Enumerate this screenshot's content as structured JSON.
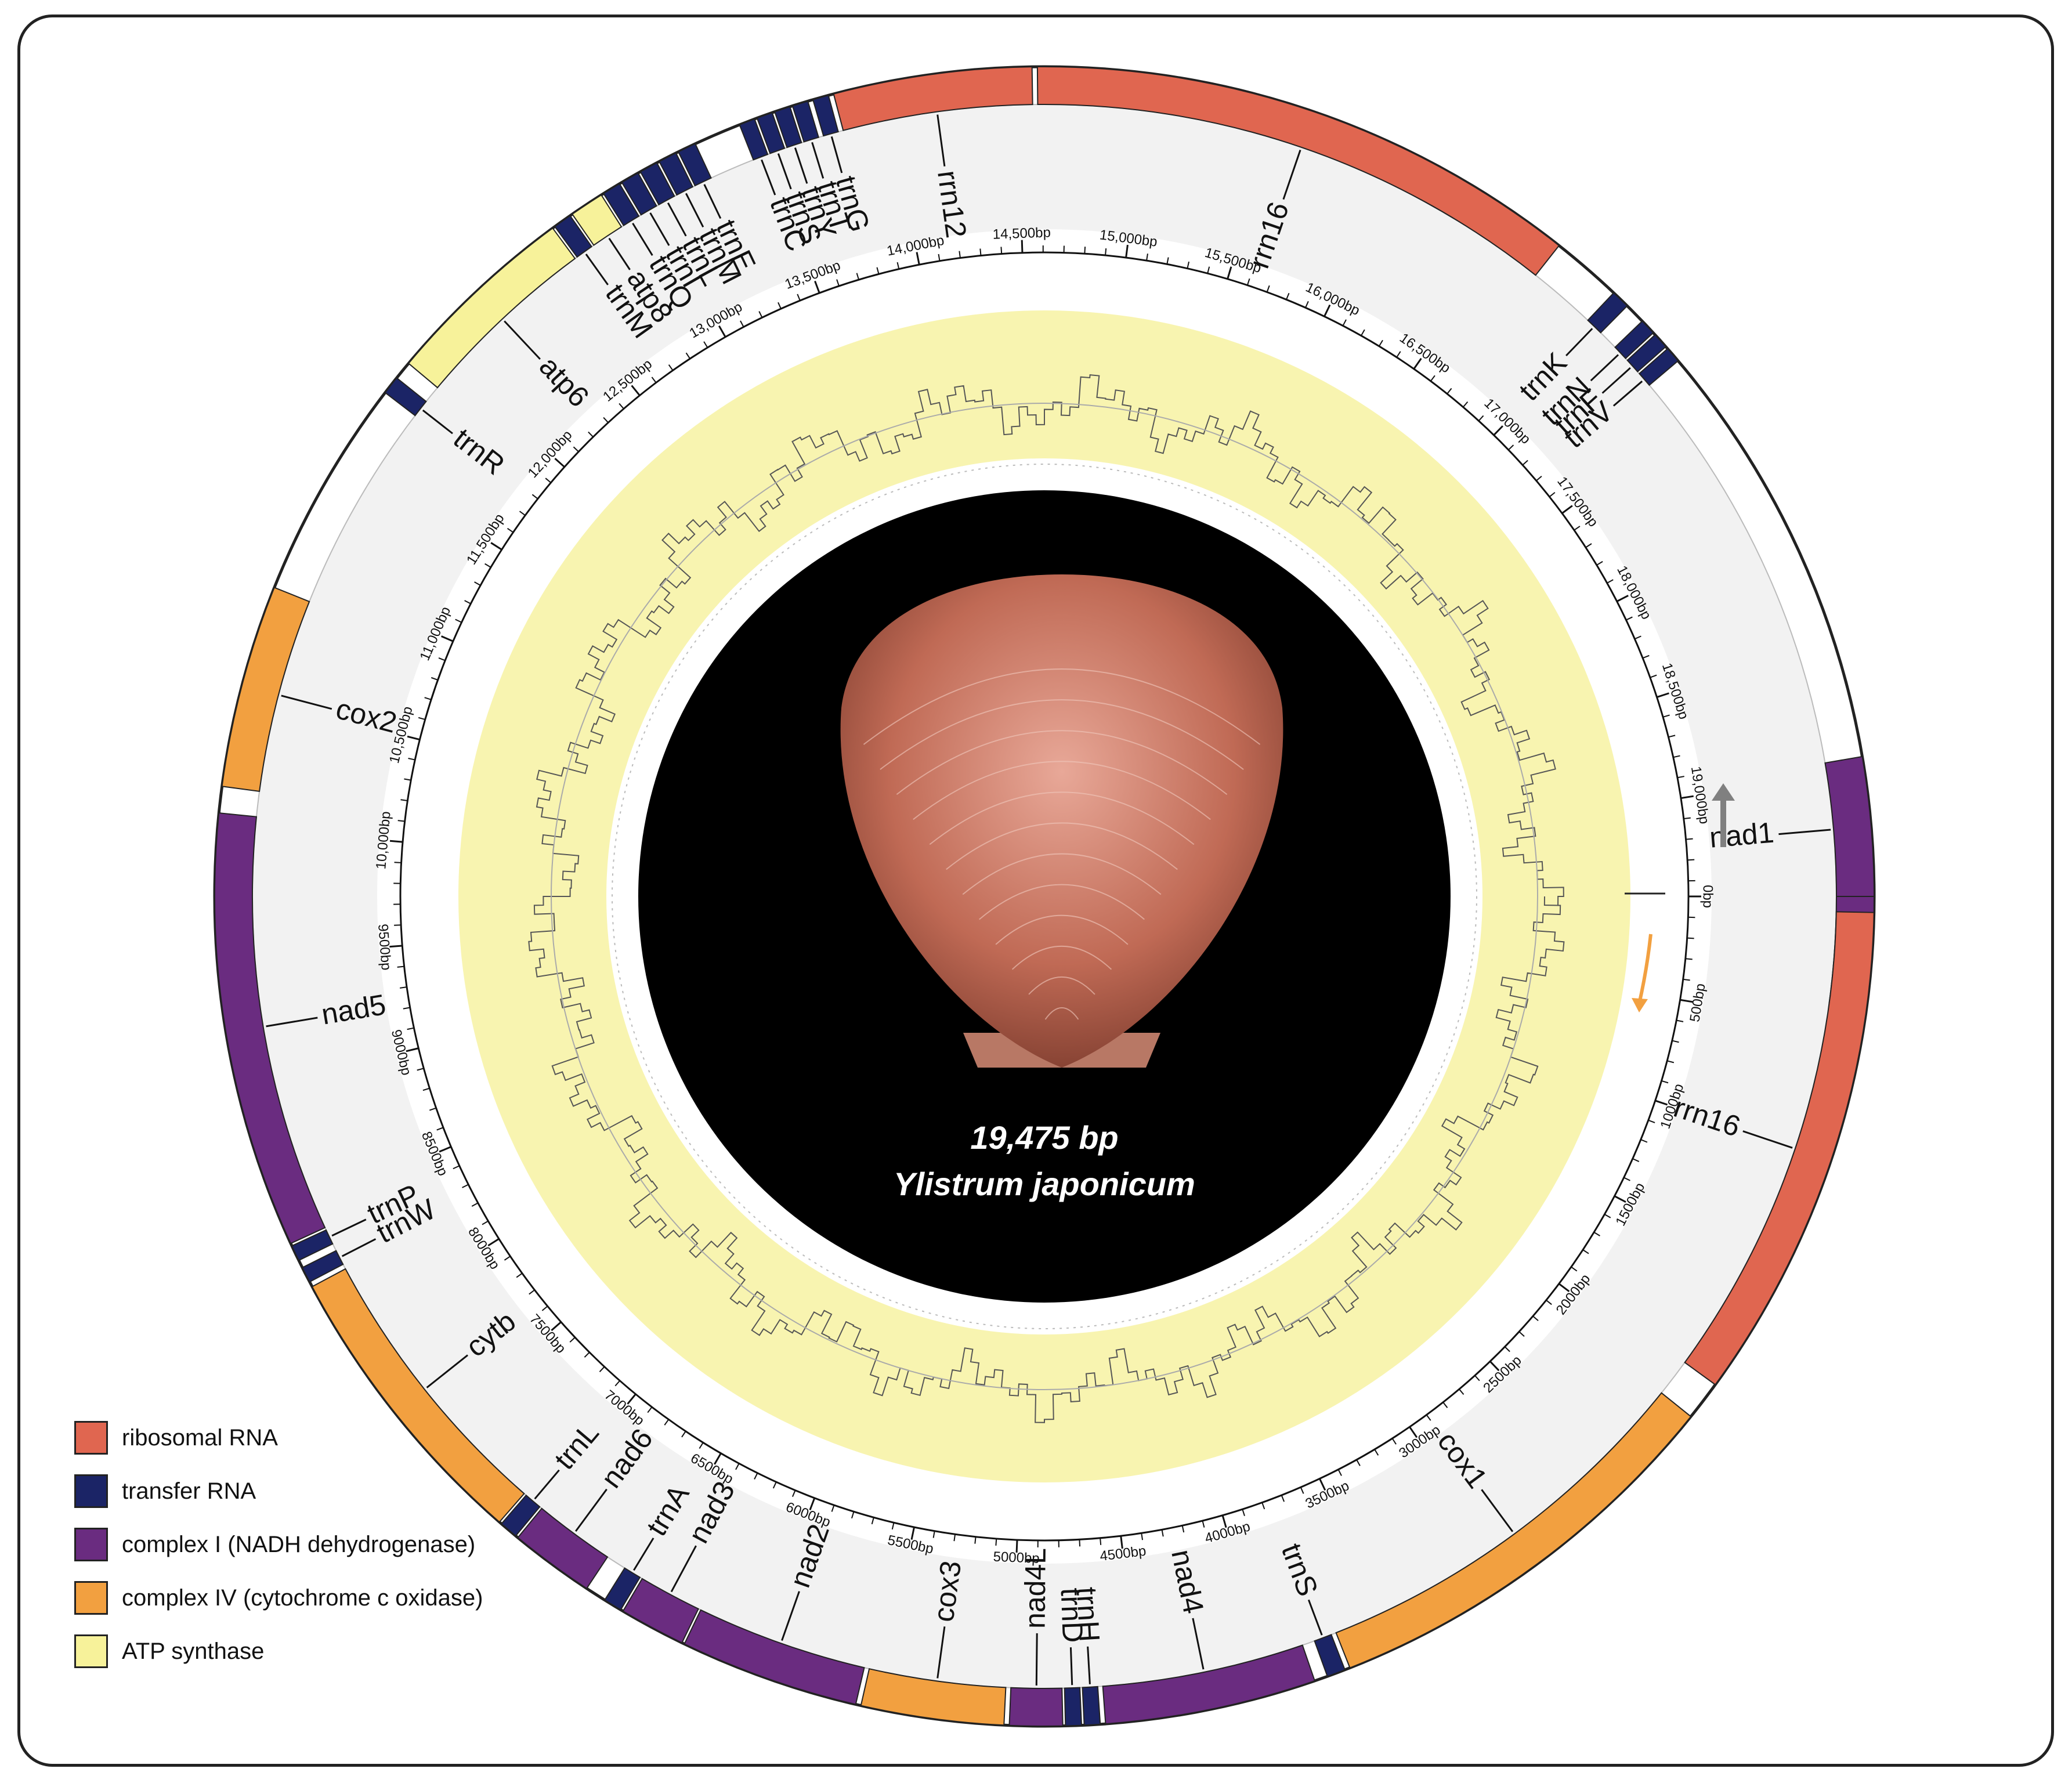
{
  "genome_size": "19,475 bp",
  "species": "Ylistrum japonicum",
  "colors": {
    "rRNA": "#E06650",
    "tRNA": "#1B2466",
    "complexI": "#6A2C80",
    "complexIV": "#F2A040",
    "atp": "#F7F29A",
    "gc_fill": "#F8F4B0",
    "ring_bg": "#F2F2F2"
  },
  "legend": [
    {
      "label": "ribosomal RNA",
      "color": "#E06650"
    },
    {
      "label": "transfer RNA",
      "color": "#1B2466"
    },
    {
      "label": "complex I (NADH dehydrogenase)",
      "color": "#6A2C80"
    },
    {
      "label": "complex IV (cytochrome c oxidase)",
      "color": "#F2A040"
    },
    {
      "label": "ATP synthase",
      "color": "#F7F29A"
    }
  ],
  "genes": [
    {
      "name": "nad1",
      "start": 18950,
      "end": 19475,
      "type": "complexI",
      "strand": "outer",
      "label": true
    },
    {
      "name": "nad1",
      "start": 0,
      "end": 420,
      "type": "complexI",
      "strand": "outer",
      "label": false
    },
    {
      "name": "rrn16",
      "start": 60,
      "end": 1950,
      "type": "rRNA",
      "strand": "outer",
      "label": true
    },
    {
      "name": "cox1",
      "start": 2100,
      "end": 3700,
      "type": "complexIV",
      "strand": "outer",
      "label": true
    },
    {
      "name": "trnS",
      "start": 3720,
      "end": 3790,
      "type": "tRNA",
      "strand": "outer",
      "label": true
    },
    {
      "name": "nad4",
      "start": 3840,
      "end": 4640,
      "type": "complexI",
      "strand": "outer",
      "label": true
    },
    {
      "name": "trnH",
      "start": 4660,
      "end": 4720,
      "type": "tRNA",
      "strand": "outer",
      "label": true
    },
    {
      "name": "trnD",
      "start": 4730,
      "end": 4790,
      "type": "tRNA",
      "strand": "outer",
      "label": true
    },
    {
      "name": "nad4L",
      "start": 4800,
      "end": 5000,
      "type": "complexI",
      "strand": "outer",
      "label": true
    },
    {
      "name": "cox3",
      "start": 5020,
      "end": 5560,
      "type": "complexIV",
      "strand": "outer",
      "label": true
    },
    {
      "name": "nad2",
      "start": 5580,
      "end": 6260,
      "type": "complexI",
      "strand": "outer",
      "label": true
    },
    {
      "name": "nad3",
      "start": 6270,
      "end": 6520,
      "type": "complexI",
      "strand": "outer",
      "label": true
    },
    {
      "name": "trnA",
      "start": 6530,
      "end": 6600,
      "type": "tRNA",
      "strand": "outer",
      "label": true
    },
    {
      "name": "nad6",
      "start": 6680,
      "end": 7000,
      "type": "complexI",
      "strand": "outer",
      "label": true
    },
    {
      "name": "trnL",
      "start": 7010,
      "end": 7080,
      "type": "tRNA",
      "strand": "outer",
      "label": true
    },
    {
      "name": "cytb",
      "start": 7090,
      "end": 8220,
      "type": "complexIV",
      "strand": "outer",
      "label": true
    },
    {
      "name": "trnW",
      "start": 8240,
      "end": 8300,
      "type": "tRNA",
      "strand": "outer",
      "label": true
    },
    {
      "name": "trnP",
      "start": 8330,
      "end": 8390,
      "type": "tRNA",
      "strand": "outer",
      "label": true
    },
    {
      "name": "nad5",
      "start": 8400,
      "end": 10050,
      "type": "complexI",
      "strand": "outer",
      "label": true
    },
    {
      "name": "cox2",
      "start": 10150,
      "end": 10920,
      "type": "complexIV",
      "strand": "outer",
      "label": true
    },
    {
      "name": "trnR",
      "start": 11760,
      "end": 11830,
      "type": "tRNA",
      "strand": "outer",
      "label": true
    },
    {
      "name": "atp6",
      "start": 11900,
      "end": 12640,
      "type": "atp",
      "strand": "outer",
      "label": true
    },
    {
      "name": "trnM",
      "start": 12650,
      "end": 12720,
      "type": "tRNA",
      "strand": "outer",
      "label": true
    },
    {
      "name": "atp8",
      "start": 12730,
      "end": 12860,
      "type": "atp",
      "strand": "outer",
      "label": true
    },
    {
      "name": "trnQ",
      "start": 12870,
      "end": 12940,
      "type": "tRNA",
      "strand": "outer",
      "label": true
    },
    {
      "name": "trnI",
      "start": 12950,
      "end": 13020,
      "type": "tRNA",
      "strand": "outer",
      "label": true
    },
    {
      "name": "trnL",
      "start": 13030,
      "end": 13100,
      "type": "tRNA",
      "strand": "outer",
      "label": true
    },
    {
      "name": "trnM",
      "start": 13110,
      "end": 13180,
      "type": "tRNA",
      "strand": "outer",
      "label": true
    },
    {
      "name": "trnE",
      "start": 13190,
      "end": 13260,
      "type": "tRNA",
      "strand": "outer",
      "label": true
    },
    {
      "name": "trnC",
      "start": 13440,
      "end": 13500,
      "type": "tRNA",
      "strand": "outer",
      "label": true
    },
    {
      "name": "trnS",
      "start": 13510,
      "end": 13570,
      "type": "tRNA",
      "strand": "outer",
      "label": true
    },
    {
      "name": "trnY",
      "start": 13580,
      "end": 13640,
      "type": "tRNA",
      "strand": "outer",
      "label": true
    },
    {
      "name": "trnT",
      "start": 13650,
      "end": 13710,
      "type": "tRNA",
      "strand": "outer",
      "label": true
    },
    {
      "name": "trnG",
      "start": 13730,
      "end": 13790,
      "type": "tRNA",
      "strand": "outer",
      "label": true
    },
    {
      "name": "rrn12",
      "start": 13810,
      "end": 14560,
      "type": "rRNA",
      "strand": "outer",
      "label": true
    },
    {
      "name": "rrn16",
      "start": 14580,
      "end": 16680,
      "type": "rRNA",
      "strand": "outer",
      "label": true
    },
    {
      "name": "trnK",
      "start": 16950,
      "end": 17020,
      "type": "tRNA",
      "strand": "outer",
      "label": true
    },
    {
      "name": "trnN",
      "start": 17100,
      "end": 17160,
      "type": "tRNA",
      "strand": "outer",
      "label": true
    },
    {
      "name": "trnF",
      "start": 17170,
      "end": 17230,
      "type": "tRNA",
      "strand": "outer",
      "label": true
    },
    {
      "name": "trnV",
      "start": 17240,
      "end": 17300,
      "type": "tRNA",
      "strand": "outer",
      "label": true
    }
  ],
  "ticks": [
    {
      "pos": 0,
      "label": "0bp"
    },
    {
      "pos": 500,
      "label": "500bp"
    },
    {
      "pos": 1000,
      "label": "1000bp"
    },
    {
      "pos": 1500,
      "label": "1500bp"
    },
    {
      "pos": 2000,
      "label": "2000bp"
    },
    {
      "pos": 2500,
      "label": "2500bp"
    },
    {
      "pos": 3000,
      "label": "3000bp"
    },
    {
      "pos": 3500,
      "label": "3500bp"
    },
    {
      "pos": 4000,
      "label": "4000bp"
    },
    {
      "pos": 4500,
      "label": "4500bp"
    },
    {
      "pos": 5000,
      "label": "5000bp"
    },
    {
      "pos": 5500,
      "label": "5500bp"
    },
    {
      "pos": 6000,
      "label": "6000bp"
    },
    {
      "pos": 6500,
      "label": "6500bp"
    },
    {
      "pos": 7000,
      "label": "7000bp"
    },
    {
      "pos": 7500,
      "label": "7500bp"
    },
    {
      "pos": 8000,
      "label": "8000bp"
    },
    {
      "pos": 8500,
      "label": "8500bp"
    },
    {
      "pos": 9000,
      "label": "9000bp"
    },
    {
      "pos": 9500,
      "label": "9500bp"
    },
    {
      "pos": 10000,
      "label": "10,000bp"
    },
    {
      "pos": 10500,
      "label": "10,500bp"
    },
    {
      "pos": 11000,
      "label": "11,000bp"
    },
    {
      "pos": 11500,
      "label": "11,500bp"
    },
    {
      "pos": 12000,
      "label": "12,000bp"
    },
    {
      "pos": 12500,
      "label": "12,500bp"
    },
    {
      "pos": 13000,
      "label": "13,000bp"
    },
    {
      "pos": 13500,
      "label": "13,500bp"
    },
    {
      "pos": 14000,
      "label": "14,000bp"
    },
    {
      "pos": 14500,
      "label": "14,500bp"
    },
    {
      "pos": 15000,
      "label": "15,000bp"
    },
    {
      "pos": 15500,
      "label": "15,500bp"
    },
    {
      "pos": 16000,
      "label": "16,000bp"
    },
    {
      "pos": 16500,
      "label": "16,500bp"
    },
    {
      "pos": 17000,
      "label": "17,000bp"
    },
    {
      "pos": 17500,
      "label": "17,500bp"
    },
    {
      "pos": 18000,
      "label": "18,000bp"
    },
    {
      "pos": 18500,
      "label": "18,500bp"
    },
    {
      "pos": 19000,
      "label": "19,000bp"
    }
  ],
  "icons": {
    "direction": "arrow-icon",
    "shell": "scallop-shell-icon"
  }
}
